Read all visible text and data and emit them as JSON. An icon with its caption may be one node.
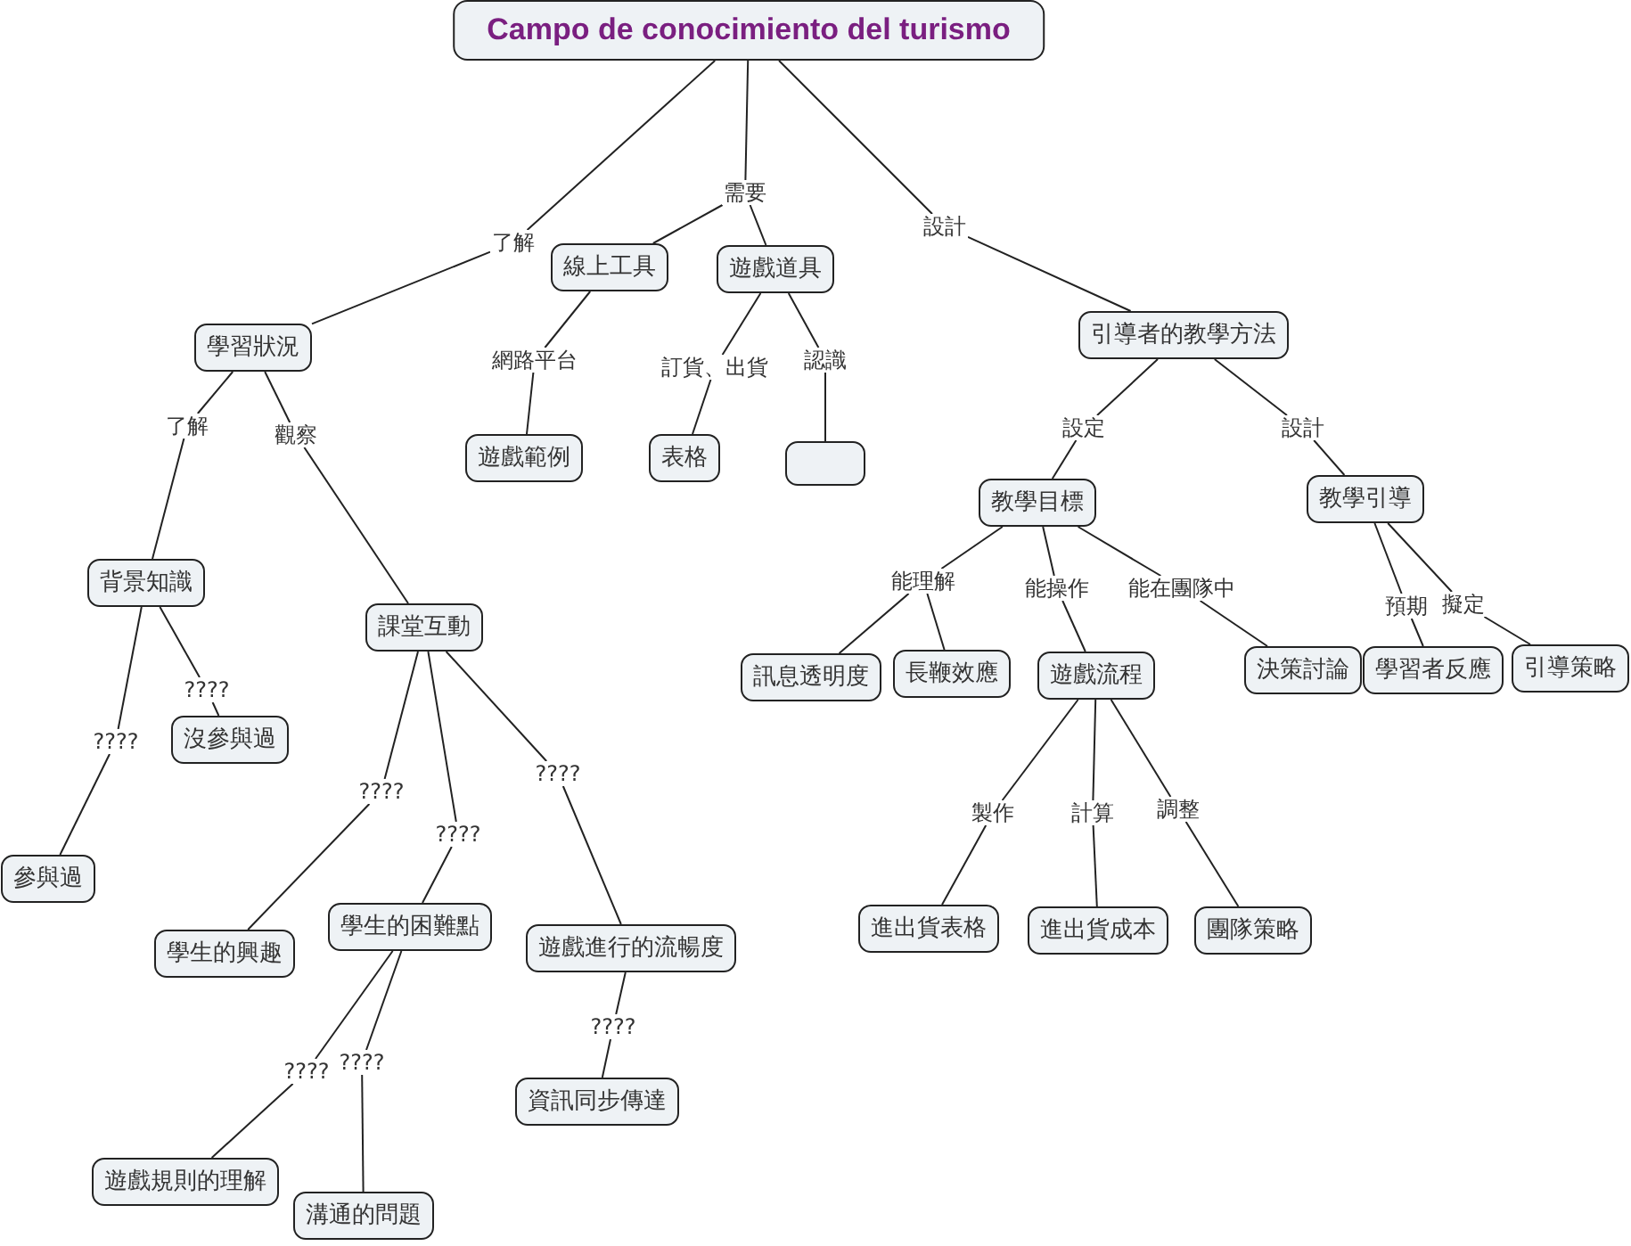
{
  "diagram": {
    "nodes": [
      {
        "text": [
          "Campo de conocimiento del turismo"
        ]
      },
      {
        "text": [
          "了解"
        ]
      },
      {
        "text": [
          "需要"
        ]
      },
      {
        "text": [
          "設計"
        ]
      },
      {
        "text": [
          "學習狀況"
        ]
      },
      {
        "text": [
          "線上工具"
        ]
      },
      {
        "text": [
          "遊戲道具"
        ]
      },
      {
        "text": [
          "引導者的教學方法"
        ]
      },
      {
        "text": [
          "了解"
        ]
      },
      {
        "text": [
          "觀察"
        ]
      },
      {
        "text": [
          "網路平台"
        ]
      },
      {
        "text": [
          "訂貨、出貨"
        ]
      },
      {
        "text": [
          "認識"
        ]
      },
      {
        "text": [
          "設定"
        ]
      },
      {
        "text": [
          "設計"
        ]
      },
      {
        "text": [
          "遊戲範例"
        ]
      },
      {
        "text": [
          "表格"
        ]
      },
      {
        "text": [],
        "shape": "box"
      },
      {
        "text": [
          "教學目標"
        ]
      },
      {
        "text": [
          "教學引導"
        ]
      },
      {
        "text": [
          "背景知識"
        ]
      },
      {
        "text": [
          "課堂互動"
        ]
      },
      {
        "text": [
          "能理解"
        ]
      },
      {
        "text": [
          "能操作"
        ]
      },
      {
        "text": [
          "能在團隊中"
        ]
      },
      {
        "text": [
          "預期"
        ]
      },
      {
        "text": [
          "擬定"
        ]
      },
      {
        "text": [
          "????"
        ]
      },
      {
        "text": [
          "????"
        ]
      },
      {
        "text": [
          "沒參與過"
        ]
      },
      {
        "text": [
          "訊息透明度"
        ]
      },
      {
        "text": [
          "長鞭效應"
        ]
      },
      {
        "text": [
          "遊戲流程"
        ]
      },
      {
        "text": [
          "決策討論"
        ]
      },
      {
        "text": [
          "學習者反應"
        ]
      },
      {
        "text": [
          "引導策略"
        ]
      },
      {
        "text": [
          "????"
        ]
      },
      {
        "text": [
          "????"
        ]
      },
      {
        "text": [
          "????"
        ]
      },
      {
        "text": [
          "製作"
        ]
      },
      {
        "text": [
          "計算"
        ]
      },
      {
        "text": [
          "調整"
        ]
      },
      {
        "text": [
          "參與過"
        ]
      },
      {
        "text": [
          "學生的興趣"
        ]
      },
      {
        "text": [
          "學生的困難點"
        ]
      },
      {
        "text": [
          "遊戲進行的流暢度"
        ]
      },
      {
        "text": [
          "進出貨表格"
        ]
      },
      {
        "text": [
          "進出貨成本"
        ]
      },
      {
        "text": [
          "團隊策略"
        ]
      },
      {
        "text": [
          "????"
        ]
      },
      {
        "text": [
          "????"
        ]
      },
      {
        "text": [
          "????"
        ]
      },
      {
        "text": [
          "資訊同步傳達"
        ]
      },
      {
        "text": [
          "遊戲規則的理解"
        ]
      },
      {
        "text": [
          "溝通的問題"
        ]
      }
    ],
    "edges": [
      {
        "from": 0,
        "to": 1,
        "arrow": "none"
      },
      {
        "from": 1,
        "to": 4,
        "arrow": "none"
      },
      {
        "from": 0,
        "to": 2,
        "arrow": "none"
      },
      {
        "from": 2,
        "to": 5,
        "arrow": "none"
      },
      {
        "from": 2,
        "to": 6,
        "arrow": "none"
      },
      {
        "from": 0,
        "to": 3,
        "arrow": "none"
      },
      {
        "from": 3,
        "to": 7,
        "arrow": "none"
      },
      {
        "from": 4,
        "to": 8,
        "arrow": "none"
      },
      {
        "from": 8,
        "to": 20,
        "arrow": "none"
      },
      {
        "from": 4,
        "to": 9,
        "arrow": "none"
      },
      {
        "from": 9,
        "to": 21,
        "arrow": "none"
      },
      {
        "from": 5,
        "to": 10,
        "arrow": "none"
      },
      {
        "from": 10,
        "to": 15,
        "arrow": "none"
      },
      {
        "from": 6,
        "to": 11,
        "arrow": "none"
      },
      {
        "from": 11,
        "to": 16,
        "arrow": "none"
      },
      {
        "from": 6,
        "to": 12,
        "arrow": "none"
      },
      {
        "from": 12,
        "to": 17,
        "arrow": "none"
      },
      {
        "from": 7,
        "to": 13,
        "arrow": "none"
      },
      {
        "from": 13,
        "to": 18,
        "arrow": "none"
      },
      {
        "from": 7,
        "to": 14,
        "arrow": "none"
      },
      {
        "from": 14,
        "to": 19,
        "arrow": "none"
      },
      {
        "from": 18,
        "to": 22,
        "arrow": "none"
      },
      {
        "from": 22,
        "to": 30,
        "arrow": "none"
      },
      {
        "from": 22,
        "to": 31,
        "arrow": "none"
      },
      {
        "from": 18,
        "to": 23,
        "arrow": "none"
      },
      {
        "from": 23,
        "to": 32,
        "arrow": "none"
      },
      {
        "from": 18,
        "to": 24,
        "arrow": "none"
      },
      {
        "from": 24,
        "to": 33,
        "arrow": "none"
      },
      {
        "from": 19,
        "to": 25,
        "arrow": "none"
      },
      {
        "from": 25,
        "to": 34,
        "arrow": "none"
      },
      {
        "from": 19,
        "to": 26,
        "arrow": "none"
      },
      {
        "from": 26,
        "to": 35,
        "arrow": "none"
      },
      {
        "from": 20,
        "to": 27,
        "arrow": "none"
      },
      {
        "from": 27,
        "to": 42,
        "arrow": "none"
      },
      {
        "from": 20,
        "to": 28,
        "arrow": "none"
      },
      {
        "from": 28,
        "to": 29,
        "arrow": "none"
      },
      {
        "from": 21,
        "to": 36,
        "arrow": "none"
      },
      {
        "from": 36,
        "to": 43,
        "arrow": "none"
      },
      {
        "from": 21,
        "to": 37,
        "arrow": "none"
      },
      {
        "from": 37,
        "to": 44,
        "arrow": "none"
      },
      {
        "from": 21,
        "to": 38,
        "arrow": "none"
      },
      {
        "from": 38,
        "to": 45,
        "arrow": "none"
      },
      {
        "from": 32,
        "to": 39,
        "arrow": "none"
      },
      {
        "from": 39,
        "to": 46,
        "arrow": "none"
      },
      {
        "from": 32,
        "to": 40,
        "arrow": "none"
      },
      {
        "from": 40,
        "to": 47,
        "arrow": "none"
      },
      {
        "from": 32,
        "to": 41,
        "arrow": "none"
      },
      {
        "from": 41,
        "to": 48,
        "arrow": "none"
      },
      {
        "from": 44,
        "to": 50,
        "arrow": "none"
      },
      {
        "from": 50,
        "to": 53,
        "arrow": "none"
      },
      {
        "from": 44,
        "to": 51,
        "arrow": "none"
      },
      {
        "from": 51,
        "to": 54,
        "arrow": "none"
      },
      {
        "from": 45,
        "to": 49,
        "arrow": "none"
      },
      {
        "from": 49,
        "to": 52,
        "arrow": "none"
      }
    ]
  }
}
